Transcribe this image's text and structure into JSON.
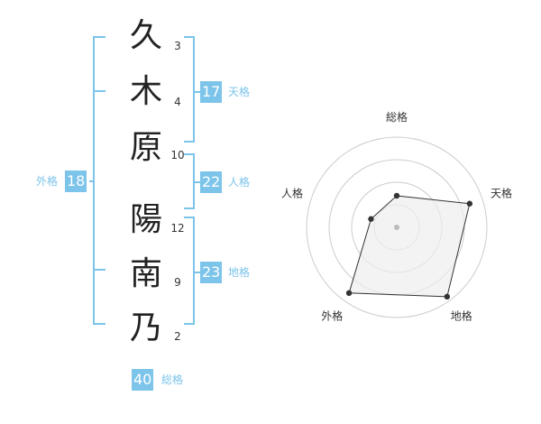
{
  "characters": [
    {
      "char": "久",
      "strokes": "3"
    },
    {
      "char": "木",
      "strokes": "4"
    },
    {
      "char": "原",
      "strokes": "10"
    },
    {
      "char": "陽",
      "strokes": "12"
    },
    {
      "char": "南",
      "strokes": "9"
    },
    {
      "char": "乃",
      "strokes": "2"
    }
  ],
  "scores": {
    "tenkaku": {
      "value": "17",
      "label": "天格"
    },
    "jinkaku": {
      "value": "22",
      "label": "人格"
    },
    "chikaku": {
      "value": "23",
      "label": "地格"
    },
    "gaikaku": {
      "value": "18",
      "label": "外格"
    },
    "soukaku": {
      "value": "40",
      "label": "総格"
    }
  },
  "radar": {
    "axes": [
      "総格",
      "天格",
      "地格",
      "外格",
      "人格"
    ],
    "levels": [
      0.35,
      0.85,
      0.95,
      0.9,
      0.3
    ],
    "rings": 4,
    "colors": {
      "ring": "#cccccc",
      "fill": "#eeeeee",
      "line": "#333333",
      "point": "#333333",
      "center": "#bbbbbb"
    }
  },
  "colors": {
    "accent": "#7cc4ea"
  }
}
